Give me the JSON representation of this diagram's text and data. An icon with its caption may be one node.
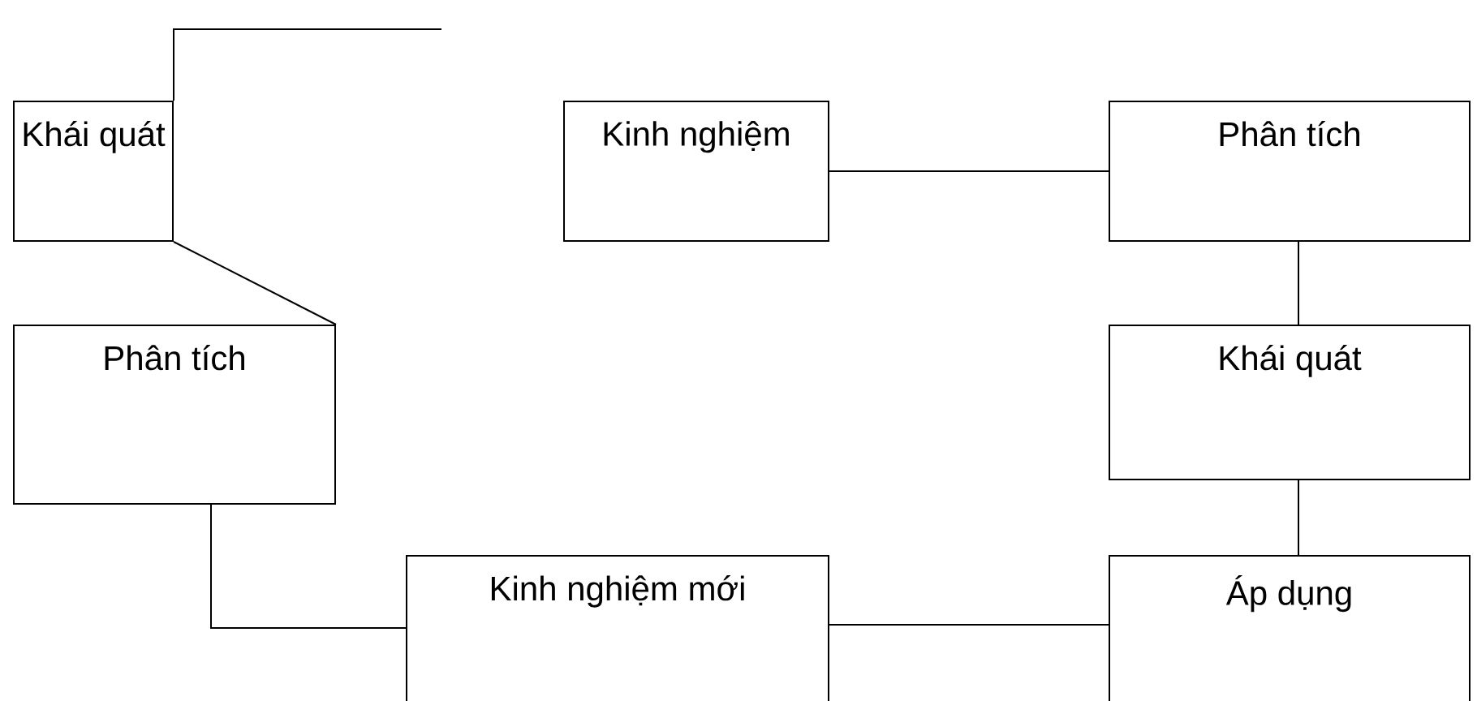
{
  "diagram": {
    "nodes": [
      {
        "text": [
          "Khái quát"
        ]
      },
      {
        "text": [
          "Kinh nghiệm"
        ]
      },
      {
        "text": [
          "Phân tích"
        ]
      },
      {
        "text": [
          "Phân tích"
        ]
      },
      {
        "text": [
          "Khái quát"
        ]
      },
      {
        "text": [
          "Kinh nghiệm mới"
        ]
      },
      {
        "text": [
          "Áp dụng"
        ]
      }
    ],
    "edges": [
      {
        "from": null,
        "to": 0,
        "arrow": "none"
      },
      {
        "from": 1,
        "to": 2,
        "arrow": "none"
      },
      {
        "from": 0,
        "to": 3,
        "arrow": "none"
      },
      {
        "from": 2,
        "to": 4,
        "arrow": "none"
      },
      {
        "from": 4,
        "to": 6,
        "arrow": "none"
      },
      {
        "from": 6,
        "to": 5,
        "arrow": "none"
      },
      {
        "from": 5,
        "to": 3,
        "arrow": "none"
      }
    ]
  }
}
